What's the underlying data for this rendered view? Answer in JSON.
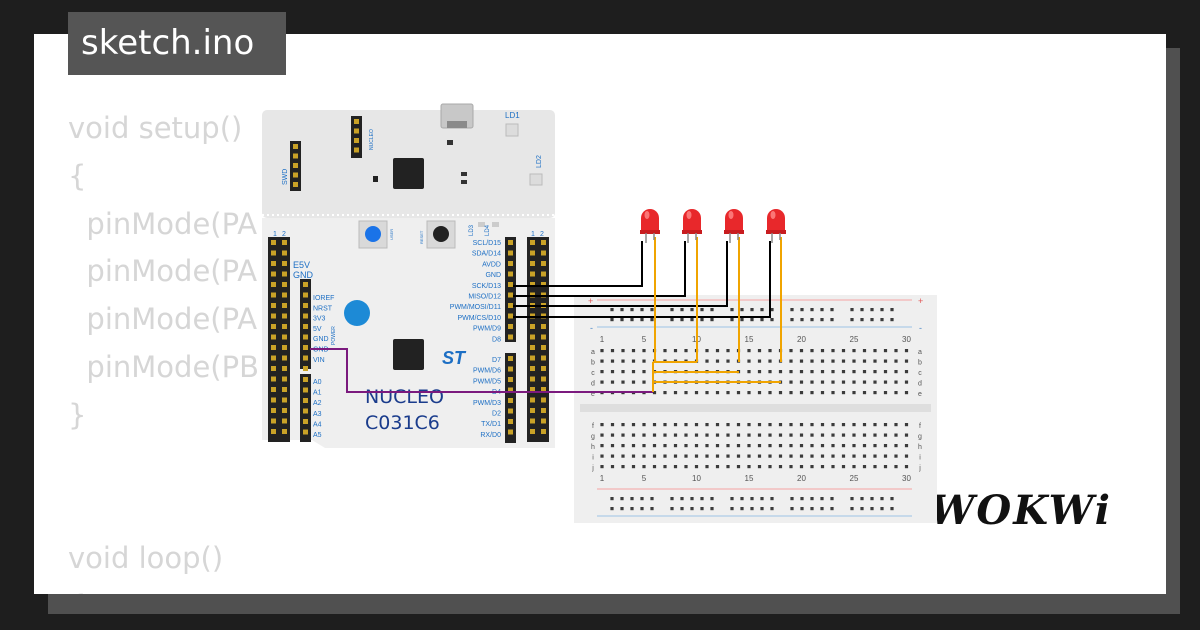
{
  "file_tab": {
    "label": "sketch.ino"
  },
  "code_lines": [
    "void setup()",
    "{",
    "  pinMode(PA",
    "  pinMode(PA",
    "  pinMode(PA",
    "  pinMode(PB",
    "}",
    "",
    "",
    "void loop()",
    "{"
  ],
  "board": {
    "name_line1": "NUCLEO",
    "name_line2": "C031C6",
    "led1": "LD1",
    "led2": "LD2",
    "led3": "LD3",
    "led4": "LD4",
    "swd": "SWD",
    "nucleo_small": "NUCLEO",
    "user_btn": "USER",
    "reset_btn": "RESET",
    "power_label": "POWER",
    "header_nums": [
      "1",
      "2"
    ],
    "left_top": [
      "E5V",
      "GND"
    ],
    "power_pins": [
      "IOREF",
      "NRST",
      "3V3",
      "5V",
      "GND",
      "GND",
      "VIN"
    ],
    "analog_pins": [
      "A0",
      "A1",
      "A2",
      "A3",
      "A4",
      "A5"
    ],
    "right_pins_top": [
      "SCL/D15",
      "SDA/D14",
      "AVDD",
      "GND",
      "SCK/D13",
      "MISO/D12",
      "PWM/MOSI/D11",
      "PWM/CS/D10",
      "PWM/D9",
      "D8"
    ],
    "right_pins_bottom": [
      "D7",
      "PWM/D6",
      "PWM/D5",
      "D4",
      "PWM/D3",
      "D2",
      "TX/D1",
      "RX/D0"
    ]
  },
  "breadboard": {
    "col_numbers": [
      "1",
      "5",
      "10",
      "15",
      "20",
      "25",
      "30"
    ],
    "rows_top": [
      "a",
      "b",
      "c",
      "d",
      "e"
    ],
    "rows_bottom": [
      "f",
      "g",
      "h",
      "i",
      "j"
    ],
    "plus": "+",
    "minus": "-"
  },
  "colors": {
    "led": "#e8282b",
    "wire_signal": "#000000",
    "wire_gnd": "#7b1a7e",
    "wire_led": "#f0a400",
    "board_label": "#1d6fc4"
  },
  "brand": {
    "logo": "WOKWi"
  }
}
